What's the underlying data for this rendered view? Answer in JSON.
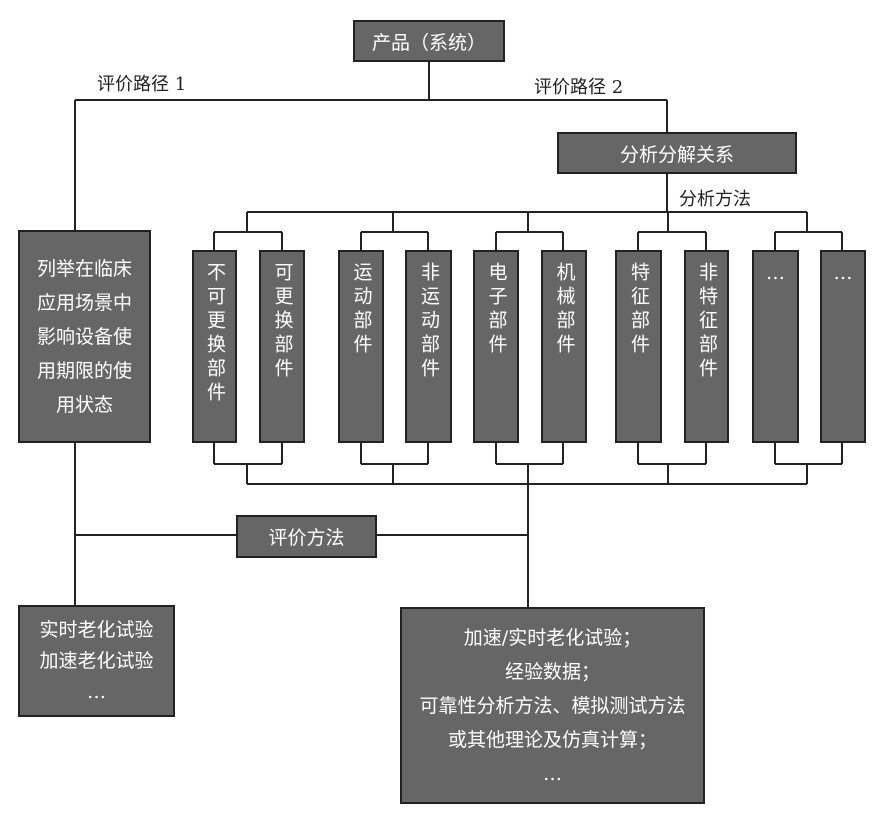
{
  "title": "产品（系统）",
  "path1_label": "评价路径 1",
  "path2_label": "评价路径 2",
  "decomposition": "分析分解关系",
  "analysis_method_label": "分析方法",
  "usage_state": [
    "列举在临床",
    "应用场景中",
    "影响设备使",
    "用期限的使",
    "用状态"
  ],
  "part_groups": [
    {
      "left": "不可更换部件",
      "right": "可更换部件"
    },
    {
      "left": "运动部件",
      "right": "非运动部件"
    },
    {
      "left": "电子部件",
      "right": "机械部件"
    },
    {
      "left": "特征部件",
      "right": "非特征部件"
    },
    {
      "left": "…",
      "right": "…"
    }
  ],
  "eval_method": "评价方法",
  "path1_methods": [
    "实时老化试验",
    "加速老化试验",
    "…"
  ],
  "path2_methods": [
    "加速/实时老化试验；",
    "经验数据；",
    "可靠性分析方法、模拟测试方法",
    "或其他理论及仿真计算；",
    "…"
  ]
}
